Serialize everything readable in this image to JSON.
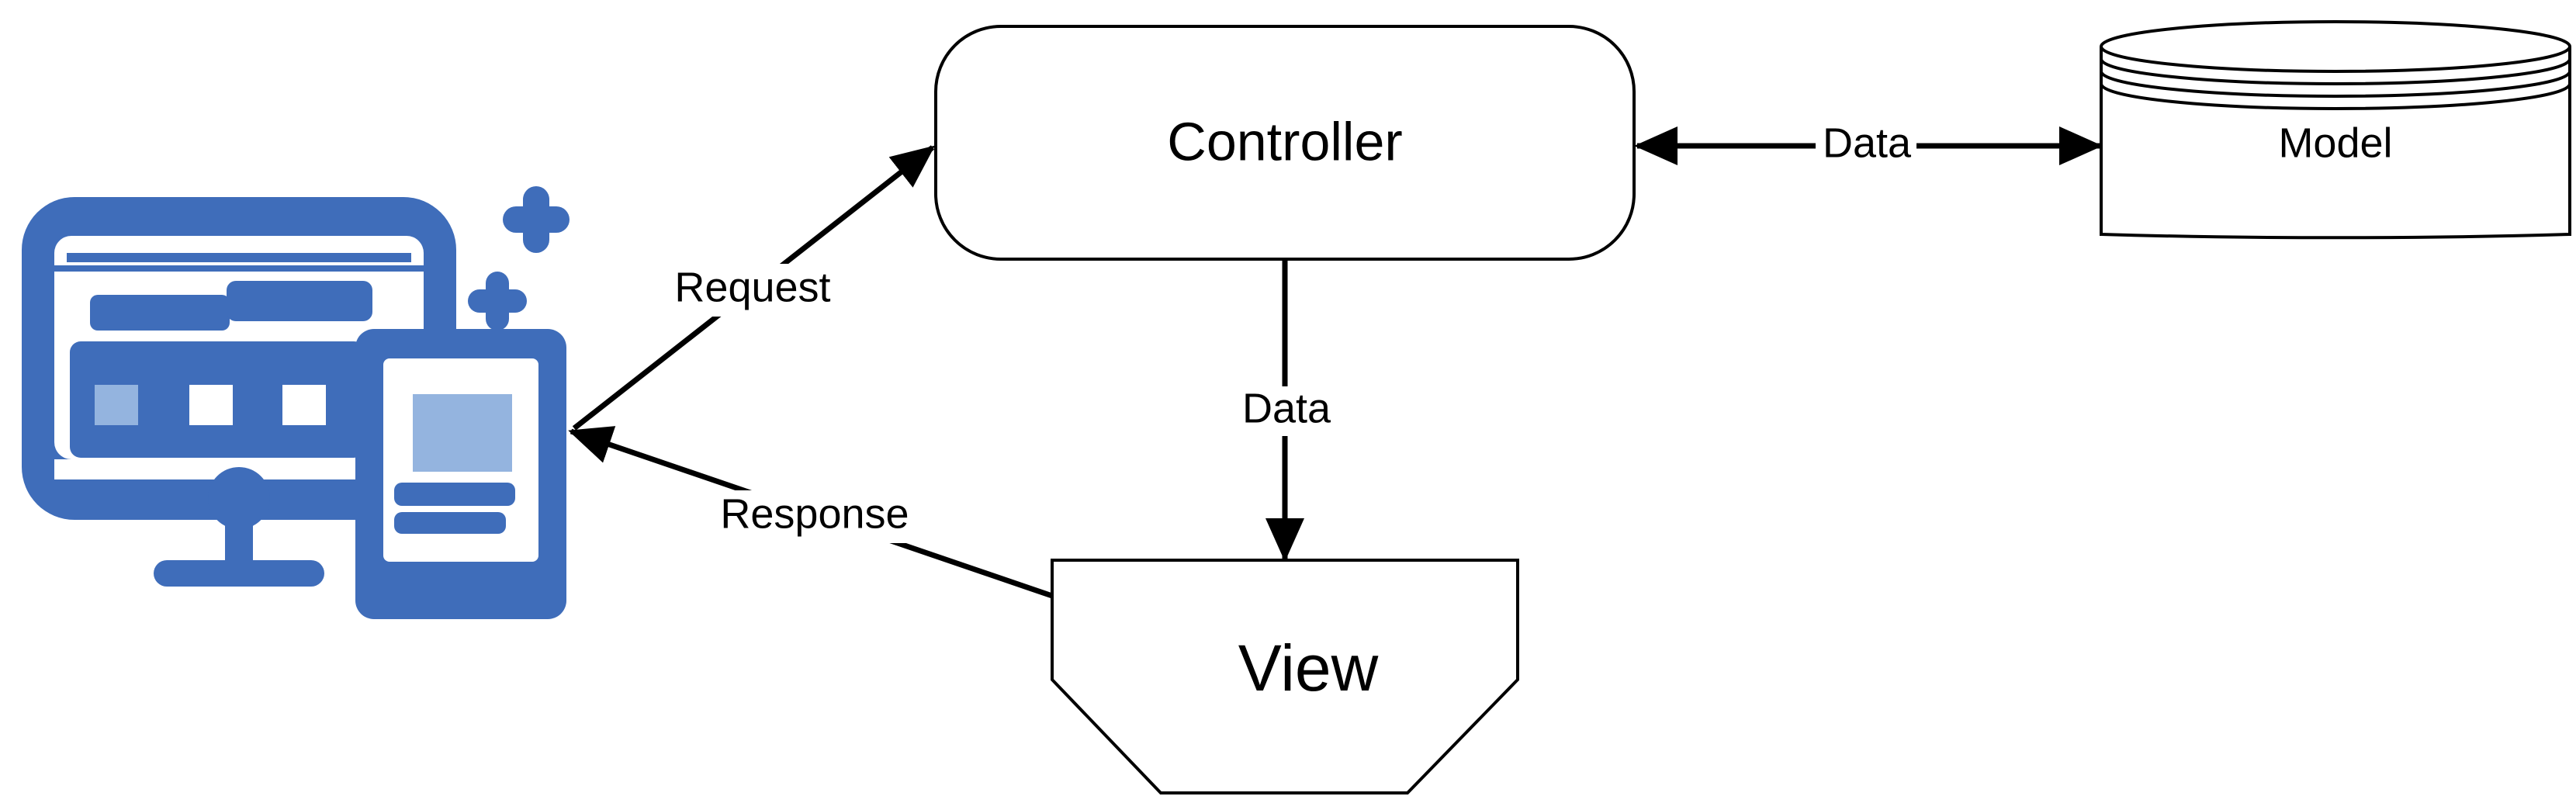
{
  "nodes": {
    "controller": "Controller",
    "model": "Model",
    "view": "View"
  },
  "edges": {
    "request": "Request",
    "response": "Response",
    "controller_model": "Data",
    "controller_view": "Data"
  },
  "icon": {
    "name": "responsive-devices-icon",
    "primary_color": "#3f6dba",
    "light_color": "#94b4df"
  },
  "colors": {
    "stroke": "#000000",
    "background": "#ffffff"
  }
}
